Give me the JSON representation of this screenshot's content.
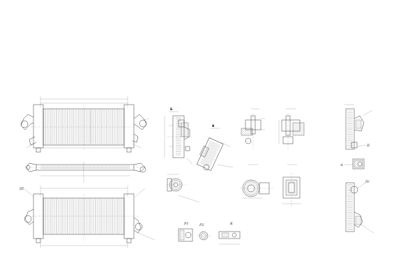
{
  "callouts": [
    {
      "id": "c_b",
      "text": "Б"
    },
    {
      "id": "c_v",
      "text": "В"
    },
    {
      "id": "c_r1",
      "text": "Р1"
    },
    {
      "id": "c_r2",
      "text": "Р2"
    },
    {
      "id": "c_k",
      "text": "К"
    },
    {
      "id": "c_iv",
      "text": "IV"
    },
    {
      "id": "c_ii",
      "text": "II"
    },
    {
      "id": "c_iii",
      "text": "III"
    },
    {
      "id": "c_a",
      "text": "А"
    }
  ]
}
